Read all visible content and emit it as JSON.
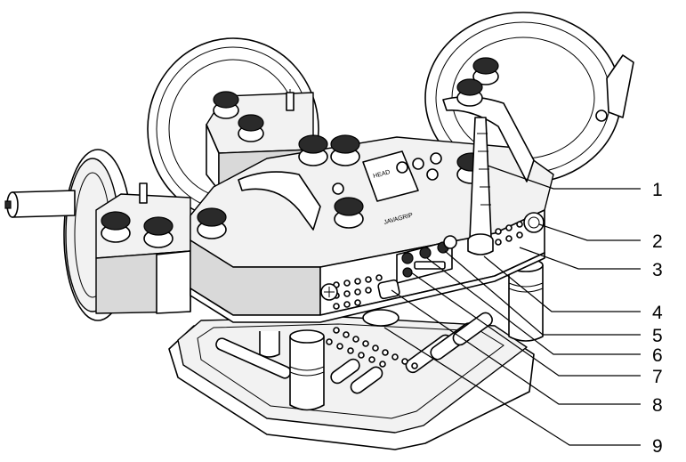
{
  "callouts": [
    {
      "id": "1",
      "label": "1"
    },
    {
      "id": "2",
      "label": "2"
    },
    {
      "id": "3",
      "label": "3"
    },
    {
      "id": "4",
      "label": "4"
    },
    {
      "id": "5",
      "label": "5"
    },
    {
      "id": "6",
      "label": "6"
    },
    {
      "id": "7",
      "label": "7"
    },
    {
      "id": "8",
      "label": "8"
    },
    {
      "id": "9",
      "label": "9"
    }
  ],
  "panel": {
    "display_text": "HEAD",
    "brand_text": "JAVAGRIP"
  },
  "colors": {
    "line": "#000000",
    "background": "#ffffff"
  }
}
